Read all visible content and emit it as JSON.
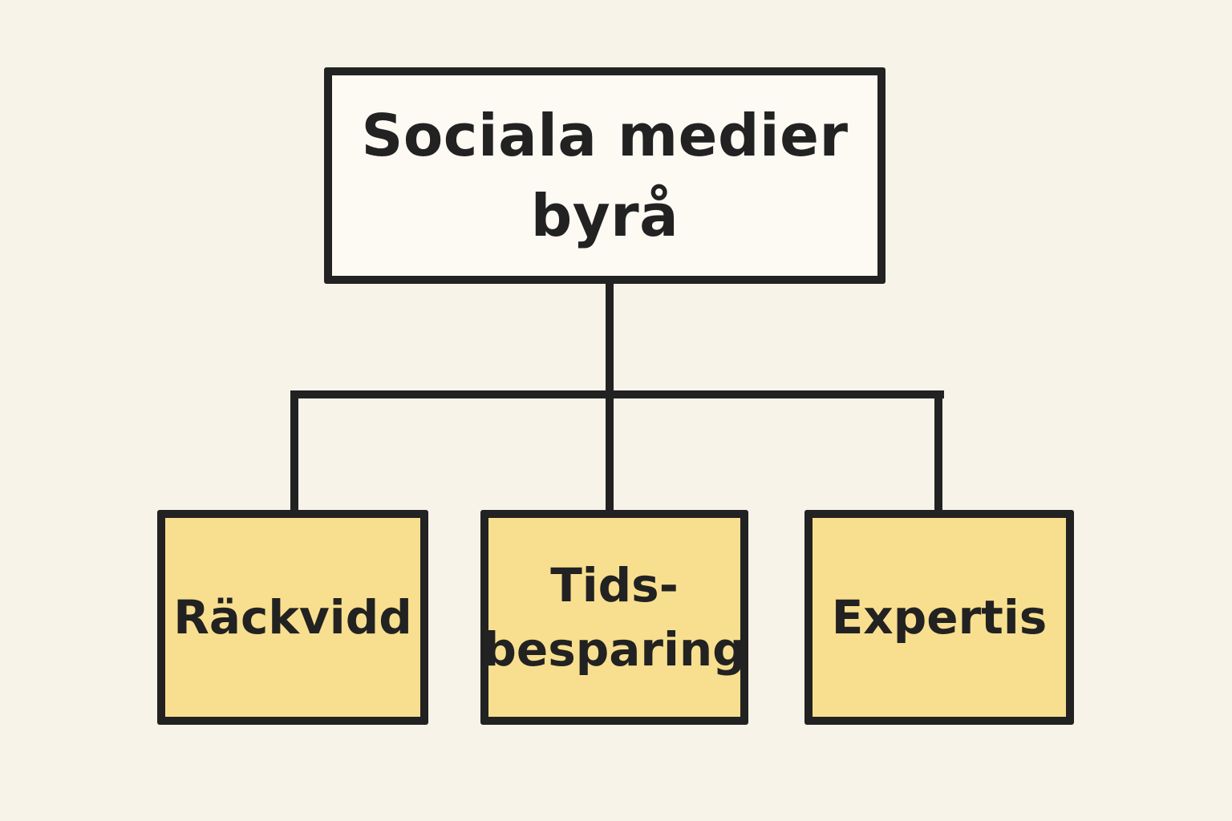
{
  "diagram": {
    "root": {
      "label_line_1": "Sociala medier",
      "label_line_2": "byrå"
    },
    "children": [
      {
        "label": "Räckvidd"
      },
      {
        "label_line_1": "Tids-",
        "label_line_2": "besparing"
      },
      {
        "label": "Expertis"
      }
    ]
  },
  "colors": {
    "background": "#f8f3e8",
    "line": "#222222",
    "root_fill": "#fdfaf3",
    "child_fill": "#f8df8f"
  }
}
